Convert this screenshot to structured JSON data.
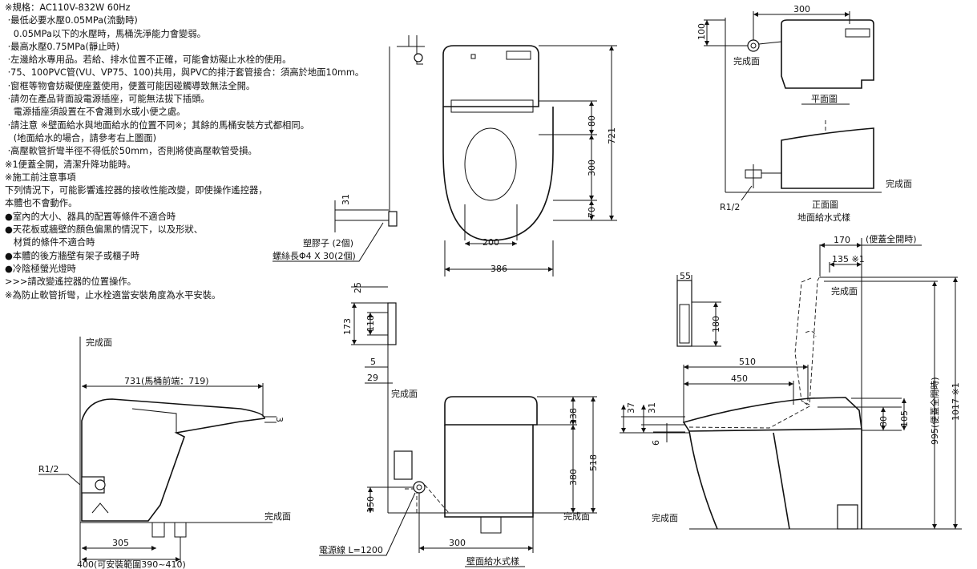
{
  "notes": {
    "lines": [
      "※規格：AC110V-832W 60Hz",
      " ·最低必要水壓0.05MPa(流動時)",
      "   0.05MPa以下的水壓時，馬桶洗淨能力會變弱。",
      " ·最高水壓0.75MPa(靜止時)",
      " ·左邊給水專用品。若給、排水位置不正確，可能會妨礙止水栓的使用。",
      " ·75、100PVC管(VU、VP75、100)共用，與PVC的排汙套管接合：須高於地面10mm。",
      " ·窗框等物會妨礙便座蓋使用，便蓋可能因碰觸導致無法全開。",
      " ·請勿在產品背面設電源插座，可能無法拔下插頭。",
      "   電源插座須設置在不會濺到水或小便之處。",
      " ·請注意 ※壁面給水與地面給水的位置不同※；其餘的馬桶安裝方式都相同。",
      "   (地面給水的場合，請參考右上圖面)",
      " ·高壓軟管折彎半徑不得低於50mm，否則將使高壓軟管受損。",
      "※1便蓋全開，清潔升降功能時。",
      "※施工前注意事項",
      "下列情況下，可能影響遙控器的接收性能改變，即使操作遙控器，",
      "本體也不會動作。",
      "●室內的大小、器具的配置等條件不適合時",
      "●天花板或牆壁的顏色偏黑的情況下，以及形狀、",
      "   材質的條件不適合時",
      "●本體的後方牆壁有架子或櫃子時",
      "●冷陰極螢光燈時",
      ">>>請改變遙控器的位置操作。",
      "※為防止軟管折彎，止水栓適當安裝角度為水平安裝。"
    ]
  },
  "front_view": {
    "dim_80": "80",
    "dim_300": "300",
    "dim_70": "70",
    "dim_721": "721",
    "dim_200": "200",
    "dim_386": "386",
    "dim_31": "31",
    "anchor_label": "塑膠子 (2個)",
    "screw_label": "螺絲長Φ4 X 30(2個)"
  },
  "floor_supply": {
    "dim_300": "300",
    "dim_100": "100",
    "finish": "完成面",
    "plan_title": "平面圖",
    "front_title": "正面圖",
    "finish2": "完成面",
    "r12": "R1/2",
    "title": "地面給水式樣"
  },
  "left_side": {
    "finish_top": "完成面",
    "dim_731": "731(馬桶前端：719)",
    "dim_3": "3",
    "r12": "R1/2",
    "finish_floor": "完成面",
    "dim_305": "305",
    "dim_400": "400(可安裝範圍390~410)"
  },
  "wall_supply": {
    "dim_25": "25",
    "dim_173": "173",
    "dim_118": "118",
    "dim_5": "5",
    "dim_29": "29",
    "finish_wall": "完成面",
    "dim_138": "138",
    "dim_380": "380",
    "dim_518": "518",
    "dim_150": "150",
    "finish_floor": "完成面",
    "dim_300": "300",
    "cable": "電源線 L=1200",
    "title": "壁面給水式樣"
  },
  "right_side": {
    "dim_55": "55",
    "dim_180": "180",
    "dim_170": "170",
    "lid_open": "(便蓋全開時)",
    "dim_135": "135 ※1",
    "finish_wall": "完成面",
    "dim_510": "510",
    "dim_450": "450",
    "dim_37": "37",
    "dim_31": "31",
    "dim_6": "6",
    "dim_80": "80",
    "dim_105": "105",
    "dim_995": "995(便蓋全開時)",
    "dim_1017": "1017 ※1",
    "finish_floor": "完成面"
  }
}
